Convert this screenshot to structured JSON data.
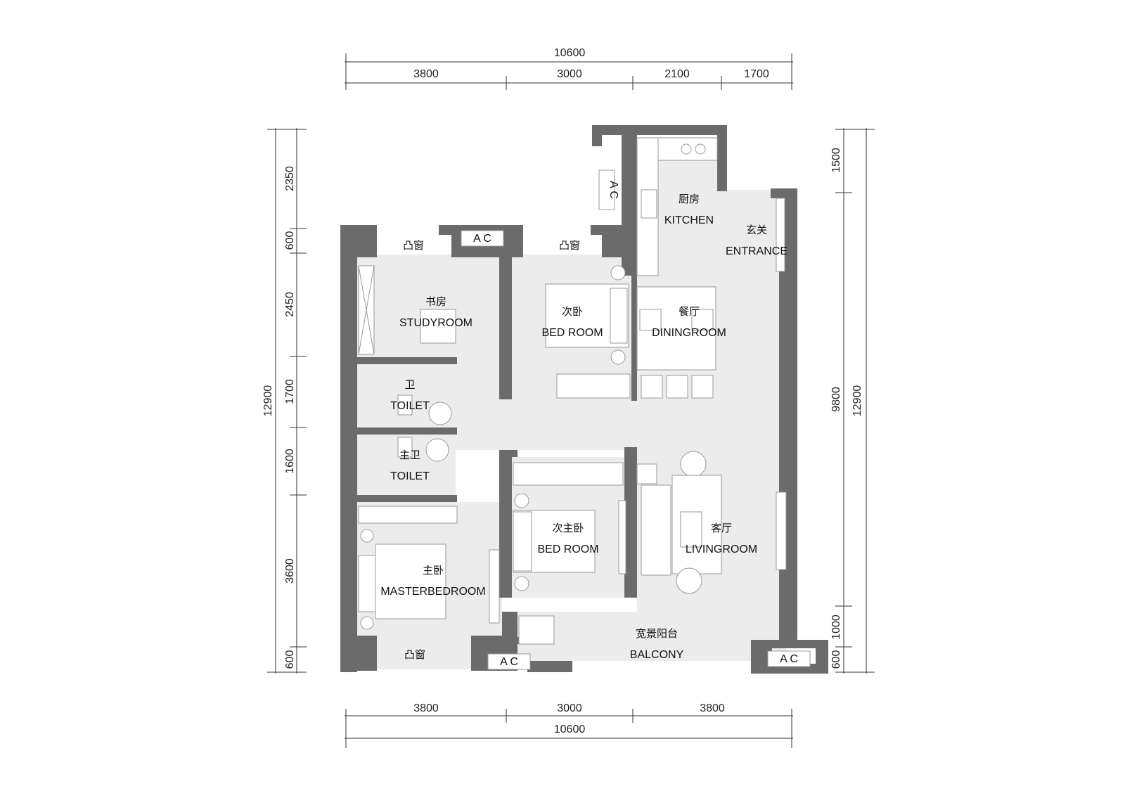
{
  "dims": {
    "top_total": "10600",
    "top_segments": [
      "3800",
      "3000",
      "2100",
      "1700"
    ],
    "bottom_segments": [
      "3800",
      "3000",
      "3800"
    ],
    "bottom_total": "10600",
    "left_segments": [
      "2350",
      "600",
      "2450",
      "1700",
      "1600",
      "3600",
      "600"
    ],
    "left_total": "12900",
    "right_segments": [
      "1500",
      "9800",
      "1000",
      "600"
    ],
    "right_total": "12900"
  },
  "rooms": {
    "kitchen": {
      "cn": "厨房",
      "en": "KITCHEN"
    },
    "entrance": {
      "cn": "玄关",
      "en": "ENTRANCE"
    },
    "study": {
      "cn": "书房",
      "en": "STUDYROOM"
    },
    "bedroom2": {
      "cn": "次卧",
      "en": "BED ROOM"
    },
    "dining": {
      "cn": "餐厅",
      "en": "DININGROOM"
    },
    "toilet": {
      "cn": "卫",
      "en": "TOILET"
    },
    "master_toilet": {
      "cn": "主卫",
      "en": "TOILET"
    },
    "bedroom3": {
      "cn": "次主卧",
      "en": "BED ROOM"
    },
    "living": {
      "cn": "客厅",
      "en": "LIVINGROOM"
    },
    "master": {
      "cn": "主卧",
      "en": "MASTERBEDROOM"
    },
    "balcony": {
      "cn": "宽景阳台",
      "en": "BALCONY"
    },
    "bay_window": "凸窗"
  },
  "ac_label": "A C"
}
